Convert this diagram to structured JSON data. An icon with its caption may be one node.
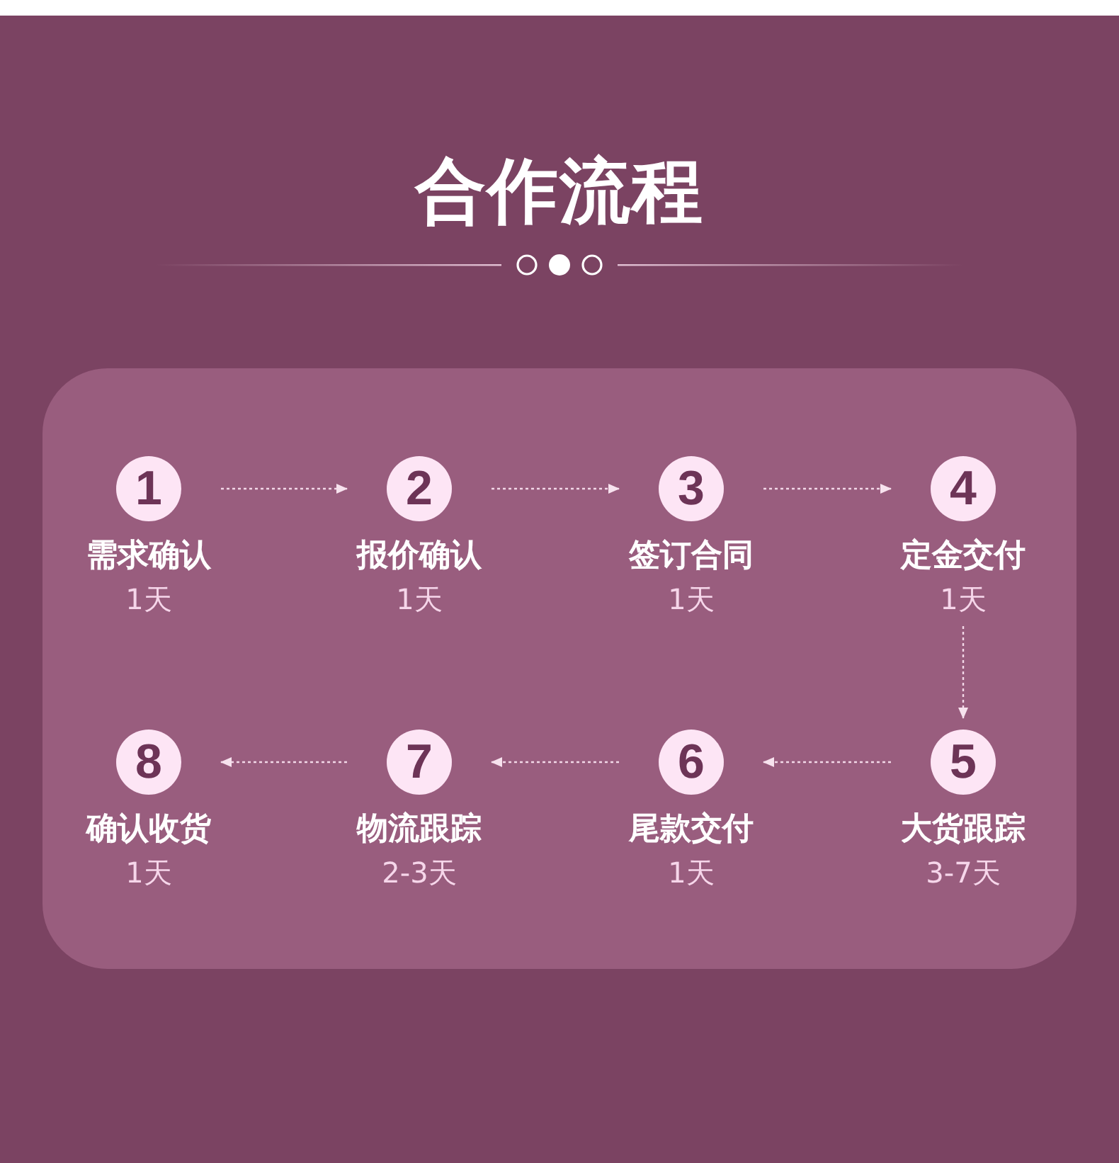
{
  "diagram": {
    "title": "合作流程",
    "nodes": [
      {
        "text": [
          "1",
          "需求确认"
        ],
        "beside": [
          "1天"
        ]
      },
      {
        "text": [
          "2",
          "报价确认"
        ],
        "beside": [
          "1天"
        ]
      },
      {
        "text": [
          "3",
          "签订合同"
        ],
        "beside": [
          "1天"
        ]
      },
      {
        "text": [
          "4",
          "定金交付"
        ],
        "beside": [
          "1天"
        ]
      },
      {
        "text": [
          "5",
          "大货跟踪"
        ],
        "beside": [
          "3-7天"
        ]
      },
      {
        "text": [
          "6",
          "尾款交付"
        ],
        "beside": [
          "1天"
        ]
      },
      {
        "text": [
          "7",
          "物流跟踪"
        ],
        "beside": [
          "2-3天"
        ]
      },
      {
        "text": [
          "8",
          "确认收货"
        ],
        "beside": [
          "1天"
        ]
      }
    ],
    "edges": [
      {
        "from": 0,
        "to": 1,
        "arrow": "to"
      },
      {
        "from": 1,
        "to": 2,
        "arrow": "to"
      },
      {
        "from": 2,
        "to": 3,
        "arrow": "to"
      },
      {
        "from": 3,
        "to": 4,
        "arrow": "to"
      },
      {
        "from": 4,
        "to": 5,
        "arrow": "to"
      },
      {
        "from": 5,
        "to": 6,
        "arrow": "to"
      },
      {
        "from": 6,
        "to": 7,
        "arrow": "to"
      }
    ]
  }
}
